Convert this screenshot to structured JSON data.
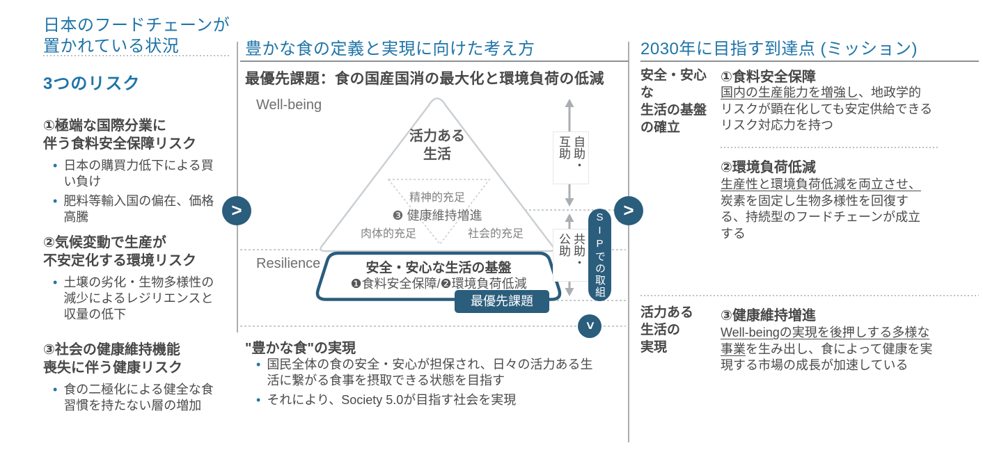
{
  "colors": {
    "accent_blue": "#1E74A8",
    "navy": "#2B5D7C",
    "text_dark": "#474747",
    "line_gray": "#A9AEB2"
  },
  "left": {
    "title": [
      "日本のフードチェーンが",
      "置かれている状況"
    ],
    "subtitle": "3つのリスク",
    "risks": [
      {
        "heading": [
          "①極端な国際分業に",
          "伴う食料安全保障リスク"
        ],
        "bullets": [
          "日本の購買力低下による買い負け",
          "肥料等輸入国の偏在、価格高騰"
        ]
      },
      {
        "heading": [
          "②気候変動で生産が",
          "不安定化する環境リスク"
        ],
        "bullets": [
          "土壌の劣化・生物多様性の減少によるレジリエンスと収量の低下"
        ]
      },
      {
        "heading": [
          "③社会の健康維持機能",
          "喪失に伴う健康リスク"
        ],
        "bullets": [
          "食の二極化による健全な食習慣を持たない層の増加"
        ]
      }
    ]
  },
  "middle": {
    "title": "豊かな食の定義と実現に向けた考え方",
    "priority": "最優先課題：食の国産国消の最大化と環境負荷の低減",
    "wellbeing": "Well-being",
    "resilience": "Resilience",
    "triangle": {
      "vital_life": [
        "活力ある",
        "生活"
      ],
      "mental": "精神的充足",
      "health": "❸ 健康維持増進",
      "physical": "肉体的充足",
      "social": "社会的充足"
    },
    "base": {
      "title": "安全・安心な生活の基盤",
      "subtitle": "❶食料安全保障/❷環境負荷低減"
    },
    "badge": "最優先課題",
    "self_help_label": "自助・互助",
    "mutual_help_label": "共助・公助",
    "sip_label": "SIPでの取組",
    "realization": {
      "heading": "\"豊かな食\"の実現",
      "bullets": [
        "国民全体の食の安全・安心が担保され、日々の活力ある生活に繋がる食事を摂取できる状態を目指す",
        "それにより、Society 5.0が目指す社会を実現"
      ]
    }
  },
  "right": {
    "title": "2030年に目指す到達点 (ミッション)",
    "sections": [
      {
        "side_label": [
          "安全・安心な",
          "生活の基盤",
          "の確立"
        ],
        "missions": [
          {
            "heading": "①食料安全保障",
            "underlined": "国内の生産能力を増強し",
            "rest": "、地政学的リスクが顕在化しても安定供給できるリスク対応力を持つ"
          },
          {
            "heading": "②環境負荷低減",
            "underlined": "生産性と環境負荷低減を両立させ、",
            "rest": "炭素を固定し生物多様性を回復する、持続型のフードチェーンが成立する"
          }
        ]
      },
      {
        "side_label": [
          "活力ある",
          "生活の",
          "実現"
        ],
        "missions": [
          {
            "heading": "③健康維持増進",
            "underlined": "Well-beingの実現を後押しする多様な事業",
            "rest": "を生み出し、食によって健康を実現する市場の成長が加速している"
          }
        ]
      }
    ]
  },
  "connectors": {
    "next_arrow_glyph": ">",
    "down_chevron_glyph": ">"
  }
}
